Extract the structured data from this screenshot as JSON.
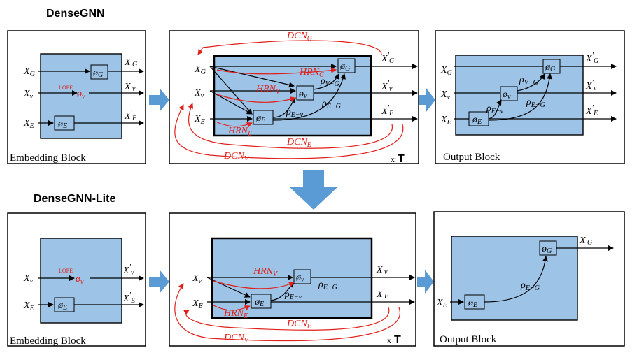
{
  "sections": {
    "top_title": "DenseGNN",
    "bottom_title": "DenseGNN-Lite"
  },
  "blocks": {
    "embedding": "Embedding Block",
    "output": "Output Block",
    "repeat_times": "x",
    "repeat_T": "T"
  },
  "inputs": {
    "xg": "X",
    "xg_sub": "G",
    "xv": "X",
    "xv_sub": "v",
    "xe": "X",
    "xe_sub": "E"
  },
  "outputs": {
    "xg": "X",
    "xg_sub": "G",
    "xv": "X",
    "xv_sub": "v",
    "xe": "X",
    "xe_sub": "E",
    "prime": "′"
  },
  "ops": {
    "phi": "ø",
    "phi_g_sub": "G",
    "phi_v_sub": "v",
    "phi_e_sub": "E",
    "lope": "LOPE"
  },
  "rho": {
    "symbol": "ρ",
    "ev": "E−v",
    "vg": "V−G",
    "eg": "E−G"
  },
  "red_labels": {
    "dcn_g": "DCN",
    "dcn_g_sub": "G",
    "dcn_v": "DCN",
    "dcn_v_sub": "V",
    "dcn_e": "DCN",
    "dcn_e_sub": "E",
    "hrn_g": "HRN",
    "hrn_g_sub": "G",
    "hrn_v": "HRN",
    "hrn_v_sub": "V",
    "hrn_e": "HRN",
    "hrn_e_sub": "E"
  },
  "colors": {
    "block_fill": "#9dc3e6",
    "arrow_blue": "#5b9bd5",
    "red": "#e0201b"
  }
}
